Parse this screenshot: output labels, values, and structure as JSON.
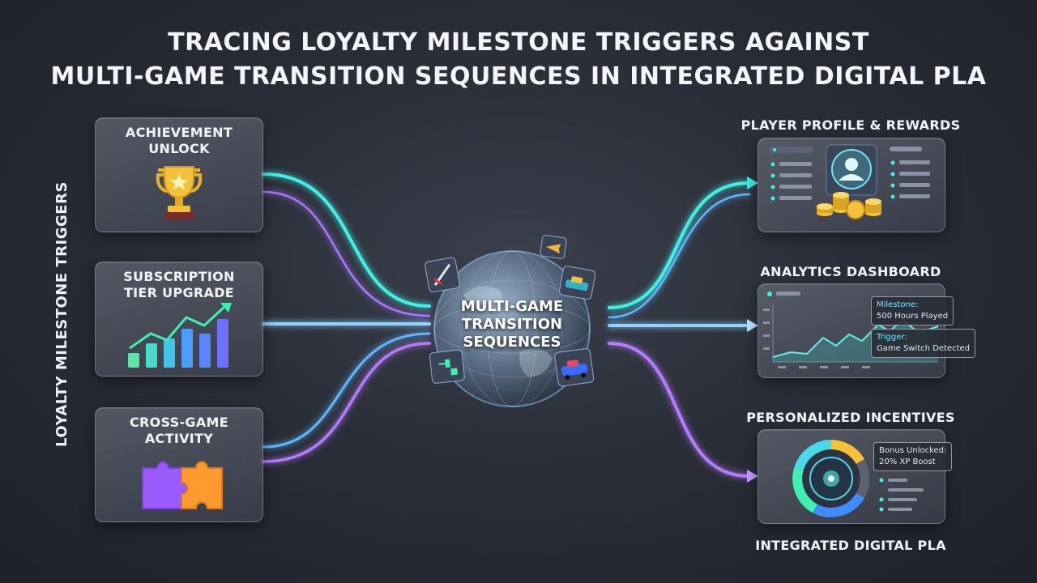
{
  "title_line1": "TRACING LOYALTY MILESTONE TRIGGERS AGAINST",
  "title_line2": "MULTI-GAME TRANSITION SEQUENCES IN INTEGRATED DIGITAL PLA",
  "side_label": "LOYALTY MILESTONE TRIGGERS",
  "triggers": [
    {
      "line1": "ACHIEVEMENT",
      "line2": "UNLOCK",
      "icon": "trophy-icon"
    },
    {
      "line1": "SUBSCRIPTION",
      "line2": "TIER UPGRADE",
      "icon": "bar-chart-icon"
    },
    {
      "line1": "CROSS-GAME",
      "line2": "ACTIVITY",
      "icon": "puzzle-icon"
    }
  ],
  "hub": {
    "line1": "MULTI-GAME",
    "line2": "TRANSITION",
    "line3": "SEQUENCES"
  },
  "outputs": {
    "profile": {
      "label": "PLAYER PROFILE & REWARDS",
      "icon": "user-avatar-icon"
    },
    "analytics": {
      "label": "ANALYTICS DASHBOARD",
      "milestone_key": "Milestone:",
      "milestone_value": "500 Hours Played",
      "trigger_key": "Trigger:",
      "trigger_value": "Game Switch Detected"
    },
    "incentives": {
      "label": "PERSONALIZED INCENTIVES",
      "bonus_line1": "Bonus Unlocked:",
      "bonus_line2": "20% XP Boost"
    }
  },
  "footer_label": "INTEGRATED DIGITAL PLA",
  "colors": {
    "cyan": "#3ff0e6",
    "blue": "#5fb8ff",
    "purple": "#b57bff",
    "gold": "#f3c23a"
  }
}
